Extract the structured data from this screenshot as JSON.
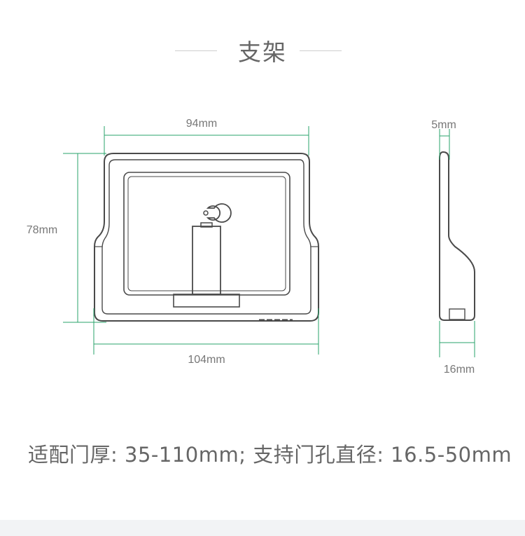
{
  "title": "支架",
  "dimensions": {
    "front_width_top": "94mm",
    "front_height": "78mm",
    "front_width_bottom": "104mm",
    "side_depth_top": "5mm",
    "side_depth_bottom": "16mm"
  },
  "spec_text": "适配门厚: 35-110mm;  支持门孔直径: 16.5-50mm",
  "colors": {
    "dimension_line": "#2aa36b",
    "outline": "#4a4a4a",
    "text": "#666666"
  }
}
